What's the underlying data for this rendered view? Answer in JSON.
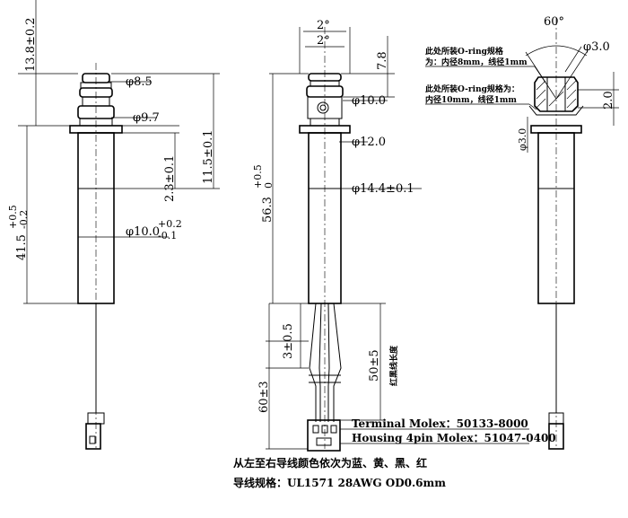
{
  "dimensions": {
    "left_top_height": "13.8±0.2",
    "d85": "φ8.5",
    "d97": "φ9.7",
    "d100_tol": "φ10.0",
    "tol_plus": "+0.2",
    "tol_minus": "-0.1",
    "h23": "2.3±0.1",
    "h115": "11.5±0.1",
    "h415": "41.5",
    "h415_plus": "+0.5",
    "h415_minus": "-0.2",
    "angle_2a": "2°",
    "angle_2b": "2°",
    "h78": "7.8",
    "d100": "φ10.0",
    "d120": "φ12.0",
    "d144": "φ14.4±0.1",
    "h563": "56.3",
    "h563_plus": "+0.5",
    "h563_minus": "0",
    "h3": "3±0.5",
    "h50": "50±5",
    "h60": "60±3",
    "angle_60": "60°",
    "d30_top": "φ3.0",
    "d30_side": "φ3.0",
    "h20": "2.0"
  },
  "notes": {
    "oring_top_line1": "此处所装O-ring规格",
    "oring_top_line2": "为：内径8mm，线径1mm",
    "oring_bot_line1": "此处所装O-ring规格为：",
    "oring_bot_line2": "内径10mm，线径1mm",
    "red_wire_length": "红黑线长度",
    "terminal": "Terminal Molex：50133-8000",
    "housing": "Housing 4pin Molex：51047-0400",
    "wire_colors": "从左至右导线颜色依次为蓝、黄、黑、红",
    "wire_spec": "导线规格：UL1571 28AWG OD0.6mm"
  }
}
